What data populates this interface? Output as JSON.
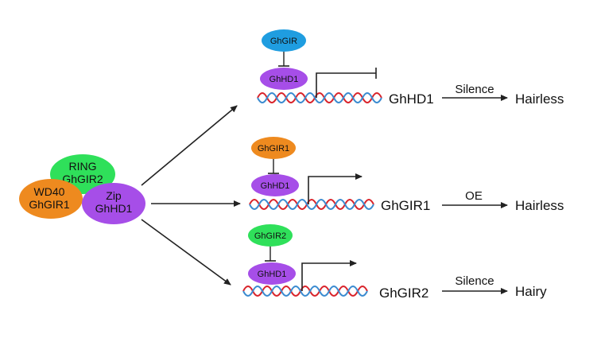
{
  "colors": {
    "ring_green": "#2fe05a",
    "wd40_orange": "#ee8a1f",
    "zip_purple": "#a64ee8",
    "ghgir_blue": "#1f9de0",
    "dna_red": "#d9242b",
    "dna_blue": "#3b8bd0",
    "arrow": "#222222"
  },
  "complex": {
    "ring": {
      "line1": "RING",
      "line2": "GhGIR2"
    },
    "wd40": {
      "line1": "WD40",
      "line2": "GhGIR1"
    },
    "zip": {
      "line1": "Zip",
      "line2": "GhHD1"
    }
  },
  "rows": [
    {
      "repressor": "GhGIR",
      "activator": "GhHD1",
      "gene": "GhHD1",
      "action": "Silence",
      "outcome": "Hairless"
    },
    {
      "repressor": "GhGIR1",
      "activator": "GhHD1",
      "gene": "GhGIR1",
      "action": "OE",
      "outcome": "Hairless"
    },
    {
      "repressor": "GhGIR2",
      "activator": "GhHD1",
      "gene": "GhGIR2",
      "action": "Silence",
      "outcome": "Hairy"
    }
  ]
}
